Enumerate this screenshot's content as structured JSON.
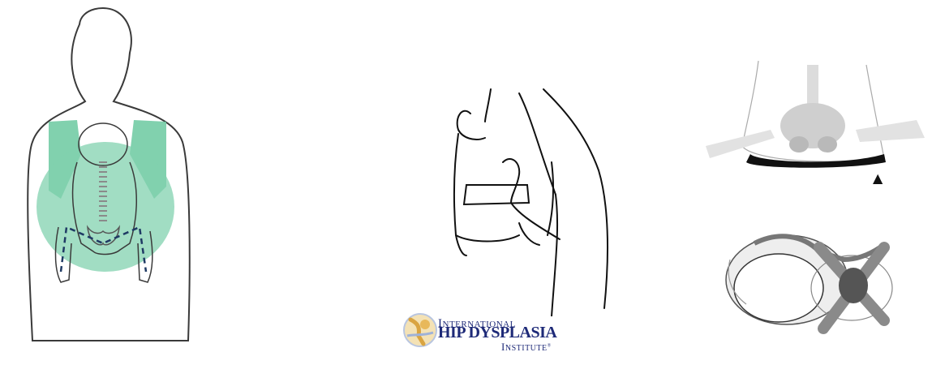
{
  "logo": {
    "line1_initial": "I",
    "line1_rest": "NTERNATIONAL",
    "line2": "HIP DYSPLASIA",
    "line3_initial": "I",
    "line3_rest": "NSTITUTE",
    "line3_mark": "®"
  },
  "colors": {
    "carrier_fill": "#6cc9a1",
    "outline": "#3a3a3a",
    "dashed_line": "#1f3a64",
    "bone_light": "#dcdcdc",
    "bone_dark": "#9a9a9a",
    "logo_text": "#1e2a78"
  },
  "annotations": {
    "arrow_symbol": "▲"
  }
}
